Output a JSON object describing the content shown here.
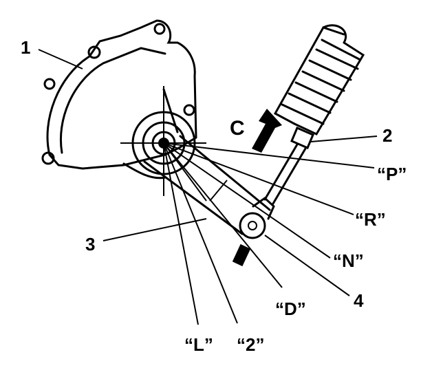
{
  "diagram": {
    "callouts": {
      "part_1": "1",
      "part_2": "2",
      "part_3": "3",
      "part_4": "4"
    },
    "direction_label": "C",
    "positions": {
      "park": "“P”",
      "reverse": "“R”",
      "neutral": "“N”",
      "drive": "“D”",
      "second": "“2”",
      "low": "“L”"
    }
  },
  "colors": {
    "ink": "#000000",
    "background": "#ffffff"
  }
}
